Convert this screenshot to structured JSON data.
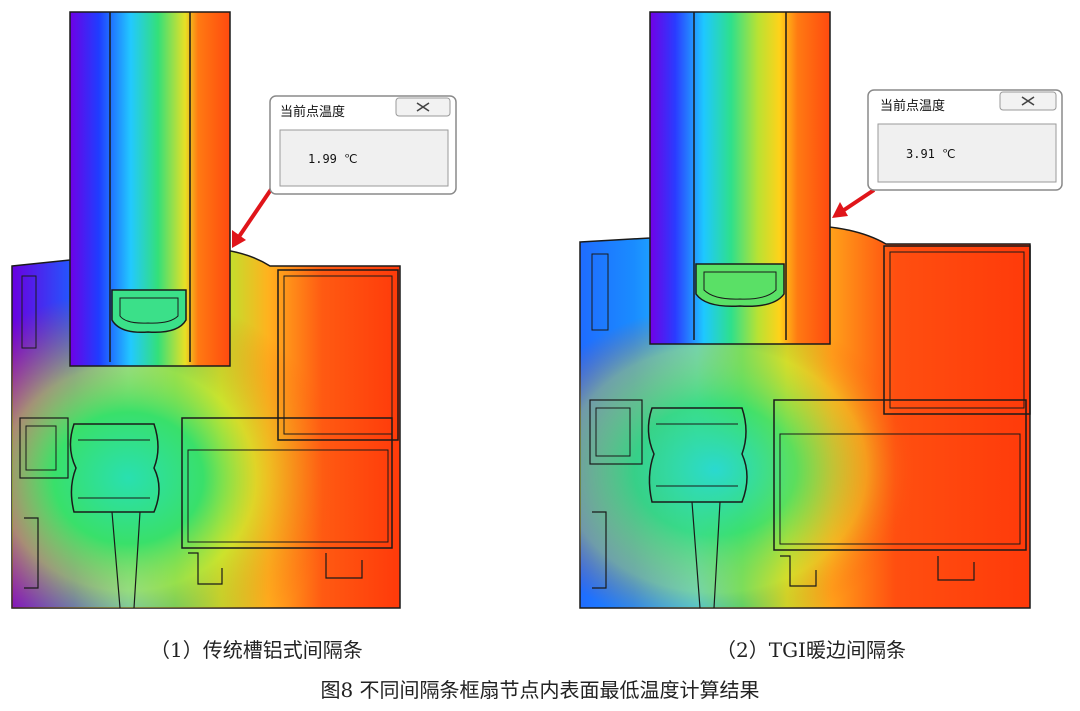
{
  "figure": {
    "caption": "图8  不同间隔条框扇节点内表面最低温度计算结果",
    "panels": [
      {
        "sub_caption": "（1）传统槽铝式间隔条",
        "popup": {
          "title": "当前点温度",
          "value": "1.99 ℃",
          "close_icon": "close-icon"
        }
      },
      {
        "sub_caption": "（2）TGI暖边间隔条",
        "popup": {
          "title": "当前点温度",
          "value": "3.91 ℃",
          "close_icon": "close-icon"
        }
      }
    ]
  },
  "colors": {
    "cold": "#4b00d6",
    "cool": "#1f8cff",
    "mid": "#1ee07a",
    "warm": "#f2d21a",
    "hot": "#ff4a0f",
    "arrow": "#e0151a",
    "outline": "#1a1a1a"
  }
}
